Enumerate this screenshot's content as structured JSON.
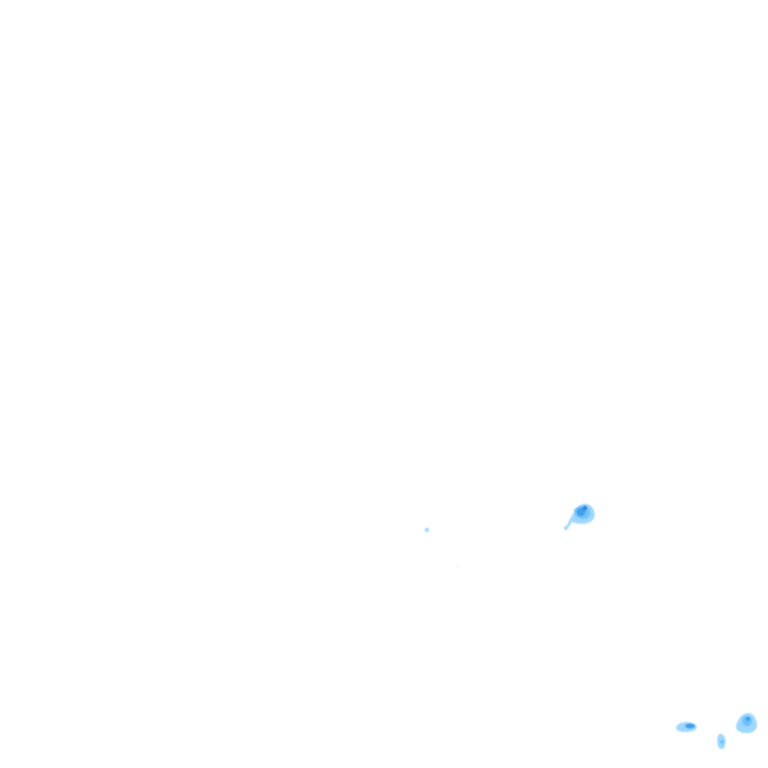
{
  "map": {
    "type": "transparent precipitation radar tile",
    "background": "#ffffff",
    "colors": {
      "light": "#9fd8ff",
      "medium": "#6ec3ff",
      "strong": "#3f9fe8"
    },
    "echoes": [
      {
        "id": "echo-small-left",
        "intensity": "light"
      },
      {
        "id": "echo-center-right",
        "intensity": "strong"
      },
      {
        "id": "echo-bottom-right-a",
        "intensity": "medium"
      },
      {
        "id": "echo-bottom-right-b",
        "intensity": "medium"
      },
      {
        "id": "echo-bottom-right-c",
        "intensity": "medium"
      }
    ]
  }
}
